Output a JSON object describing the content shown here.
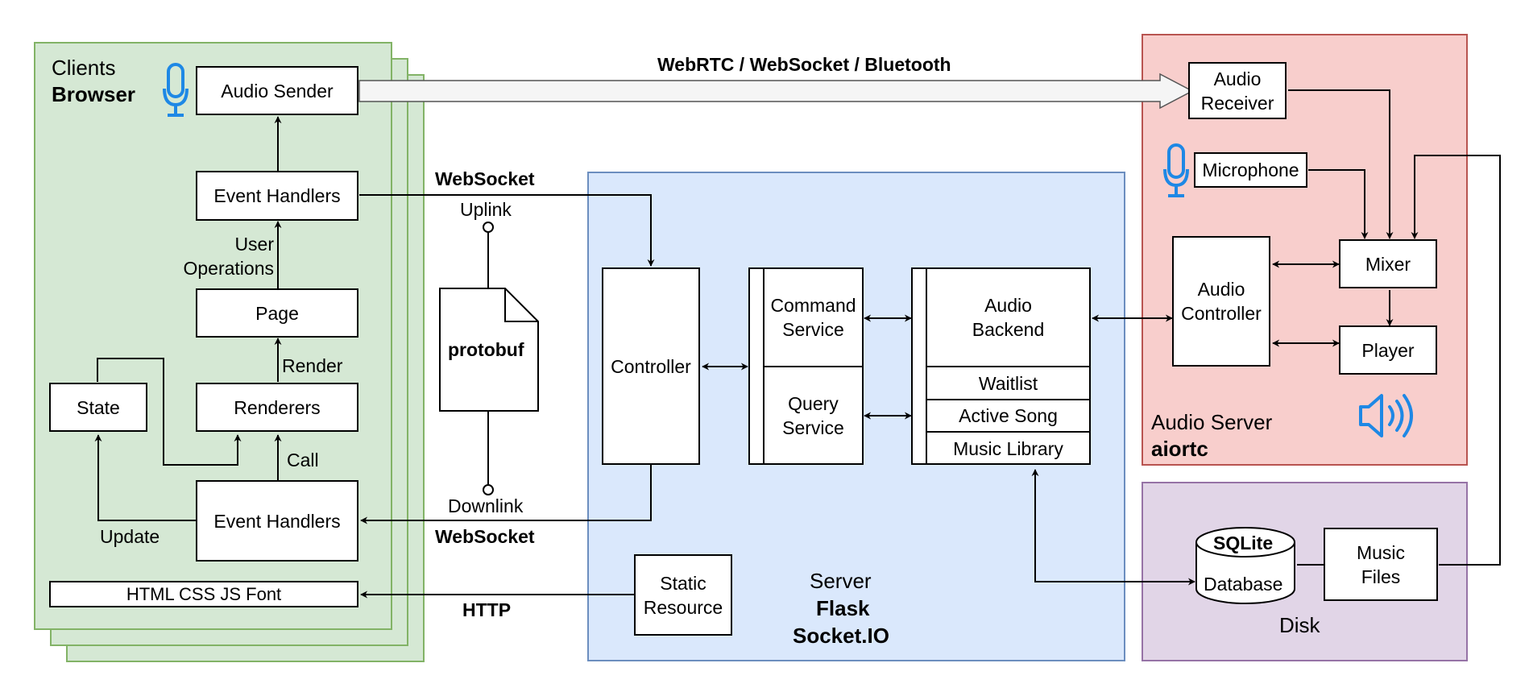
{
  "colors": {
    "clients_fill": "#d5e8d4",
    "clients_stroke": "#82b366",
    "server_fill": "#dae8fc",
    "server_stroke": "#6c8ebf",
    "audio_fill": "#f8cecc",
    "audio_stroke": "#b85450",
    "disk_fill": "#e1d5e7",
    "disk_stroke": "#9673a6",
    "icon_blue": "#1e88e5"
  },
  "clients": {
    "title": "Clients",
    "subtitle": "Browser",
    "audio_sender": "Audio Sender",
    "event_handlers_top": "Event Handlers",
    "user_operations": "User\nOperations",
    "page": "Page",
    "render": "Render",
    "state": "State",
    "renderers": "Renderers",
    "call": "Call",
    "event_handlers_bottom": "Event Handlers",
    "update": "Update",
    "resources": "HTML CSS JS Font"
  },
  "middle": {
    "transport_top": "WebRTC / WebSocket / Bluetooth",
    "websocket_up": "WebSocket",
    "uplink": "Uplink",
    "protobuf": "protobuf",
    "downlink": "Downlink",
    "websocket_down": "WebSocket",
    "http": "HTTP"
  },
  "server": {
    "controller": "Controller",
    "command_service": "Command\nService",
    "query_service": "Query\nService",
    "audio_backend": "Audio\nBackend",
    "waitlist": "Waitlist",
    "active_song": "Active Song",
    "music_library": "Music Library",
    "static_resource": "Static\nResource",
    "title": "Server",
    "framework": "Flask",
    "socket": "Socket.IO"
  },
  "audio_server": {
    "audio_receiver": "Audio\nReceiver",
    "microphone": "Microphone",
    "mixer": "Mixer",
    "audio_controller": "Audio\nController",
    "player": "Player",
    "title": "Audio Server",
    "library": "aiortc"
  },
  "disk": {
    "sqlite": "SQLite",
    "database": "Database",
    "music_files": "Music\nFiles",
    "title": "Disk"
  }
}
